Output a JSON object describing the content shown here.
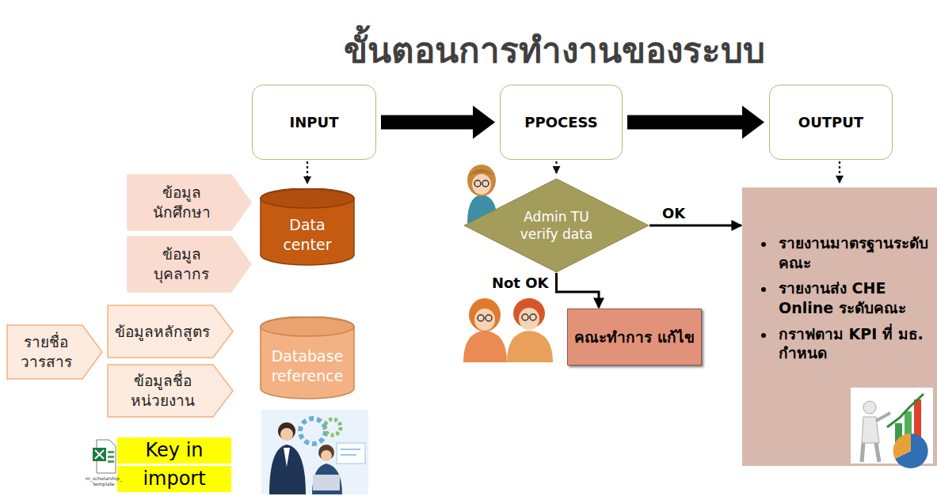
{
  "diagram": {
    "title": "ขั้นตอนการทำงานของระบบ",
    "nodes": [
      {
        "text": [
          "INPUT"
        ]
      },
      {
        "text": [
          "PPOCESS"
        ]
      },
      {
        "text": [
          "OUTPUT"
        ]
      },
      {
        "text": [
          "ข้อมูล นักศึกษา"
        ]
      },
      {
        "text": [
          "ข้อมูล บุคลากร"
        ]
      },
      {
        "text": [
          "Data center"
        ]
      },
      {
        "text": [
          "รายชื่อ วารสาร"
        ]
      },
      {
        "text": [
          "ข้อมูลหลักสูตร"
        ]
      },
      {
        "text": [
          "ข้อมูลชื่อ หน่วยงาน"
        ]
      },
      {
        "text": [
          "Database reference"
        ]
      },
      {
        "text": [
          "Key in"
        ]
      },
      {
        "text": [
          "import"
        ]
      },
      {
        "text": [
          "Admin TU verify data"
        ]
      },
      {
        "text": [
          "คณะทำการ แก้ไข"
        ]
      },
      {
        "text": [
          "รายงานมาตรฐานระดับ คณะ",
          "รายงานส่ง CHE Online ระดับคณะ",
          "กราฟตาม KPI ที่ มธ. กำหนด"
        ]
      }
    ],
    "edges": [
      {
        "from": 0,
        "to": 1,
        "arrow": "to"
      },
      {
        "from": 1,
        "to": 2,
        "arrow": "to"
      },
      {
        "from": 0,
        "to": 5,
        "arrow": "to"
      },
      {
        "from": 1,
        "to": 12,
        "arrow": "to"
      },
      {
        "from": 2,
        "to": 14,
        "arrow": "to"
      },
      {
        "from": 12,
        "to": 14,
        "label": "OK",
        "arrow": "to"
      },
      {
        "from": 12,
        "to": 13,
        "label": "Not OK",
        "arrow": "to"
      }
    ],
    "labels": [
      "m_scholarship_template"
    ]
  }
}
